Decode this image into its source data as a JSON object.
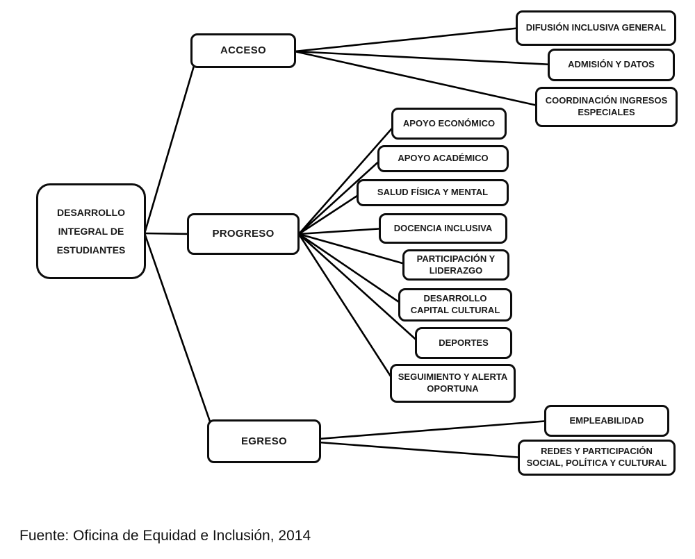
{
  "diagram": {
    "root": {
      "label": "DESARROLLO INTEGRAL DE ESTUDIANTES"
    },
    "branches": [
      {
        "label": "ACCESO",
        "children": [
          "DIFUSIÓN INCLUSIVA GENERAL",
          "ADMISIÓN Y DATOS",
          "COORDINACIÓN INGRESOS ESPECIALES"
        ]
      },
      {
        "label": "PROGRESO",
        "children": [
          "APOYO ECONÓMICO",
          "APOYO ACADÉMICO",
          "SALUD FÍSICA Y MENTAL",
          "DOCENCIA INCLUSIVA",
          "PARTICIPACIÓN Y LIDERAZGO",
          "DESARROLLO CAPITAL CULTURAL",
          "DEPORTES",
          "SEGUIMIENTO Y ALERTA OPORTUNA"
        ]
      },
      {
        "label": "EGRESO",
        "children": [
          "EMPLEABILIDAD",
          "REDES Y PARTICIPACIÓN SOCIAL, POLÍTICA Y CULTURAL"
        ]
      }
    ]
  },
  "footer": {
    "source_text": "Fuente: Oficina de Equidad e Inclusión, 2014"
  },
  "colors": {
    "background": "#ffffff",
    "box_fill": "#ffffff",
    "box_border": "#0d0d0d",
    "line": "#000000",
    "text": "#1a1a1a"
  }
}
